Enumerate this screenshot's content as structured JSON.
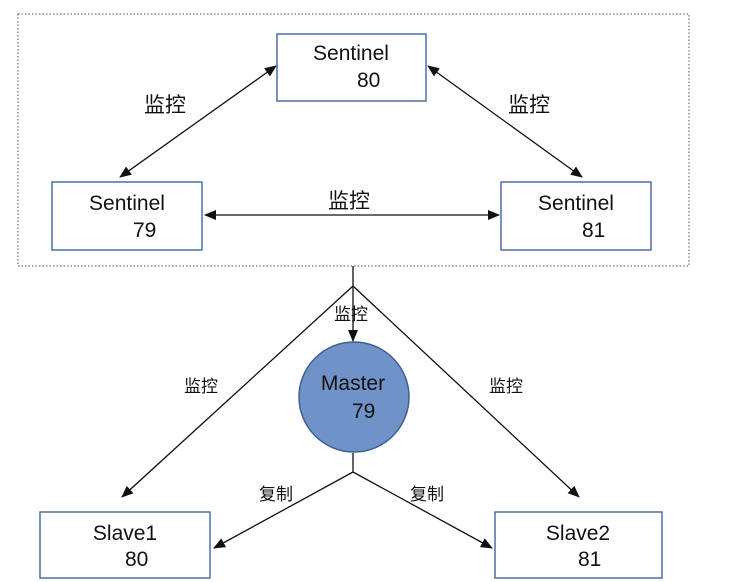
{
  "colors": {
    "box_border": "#4a6fa5",
    "master_fill": "#6f93c9",
    "edge": "#111111",
    "cluster_border": "#555555"
  },
  "sentinels": {
    "s80": {
      "name": "Sentinel",
      "port": "80"
    },
    "s79": {
      "name": "Sentinel",
      "port": "79"
    },
    "s81": {
      "name": "Sentinel",
      "port": "81"
    }
  },
  "master": {
    "name": "Master",
    "port": "79"
  },
  "slaves": {
    "slave1": {
      "name": "Slave1",
      "port": "80"
    },
    "slave2": {
      "name": "Slave2",
      "port": "81"
    }
  },
  "edges": {
    "monitor_s80_s79": "监控",
    "monitor_s80_s81": "监控",
    "monitor_s79_s81": "监控",
    "monitor_to_master": "监控",
    "monitor_to_slave1": "监控",
    "monitor_to_slave2": "监控",
    "replicate_to_slave1": "复制",
    "replicate_to_slave2": "复制"
  }
}
